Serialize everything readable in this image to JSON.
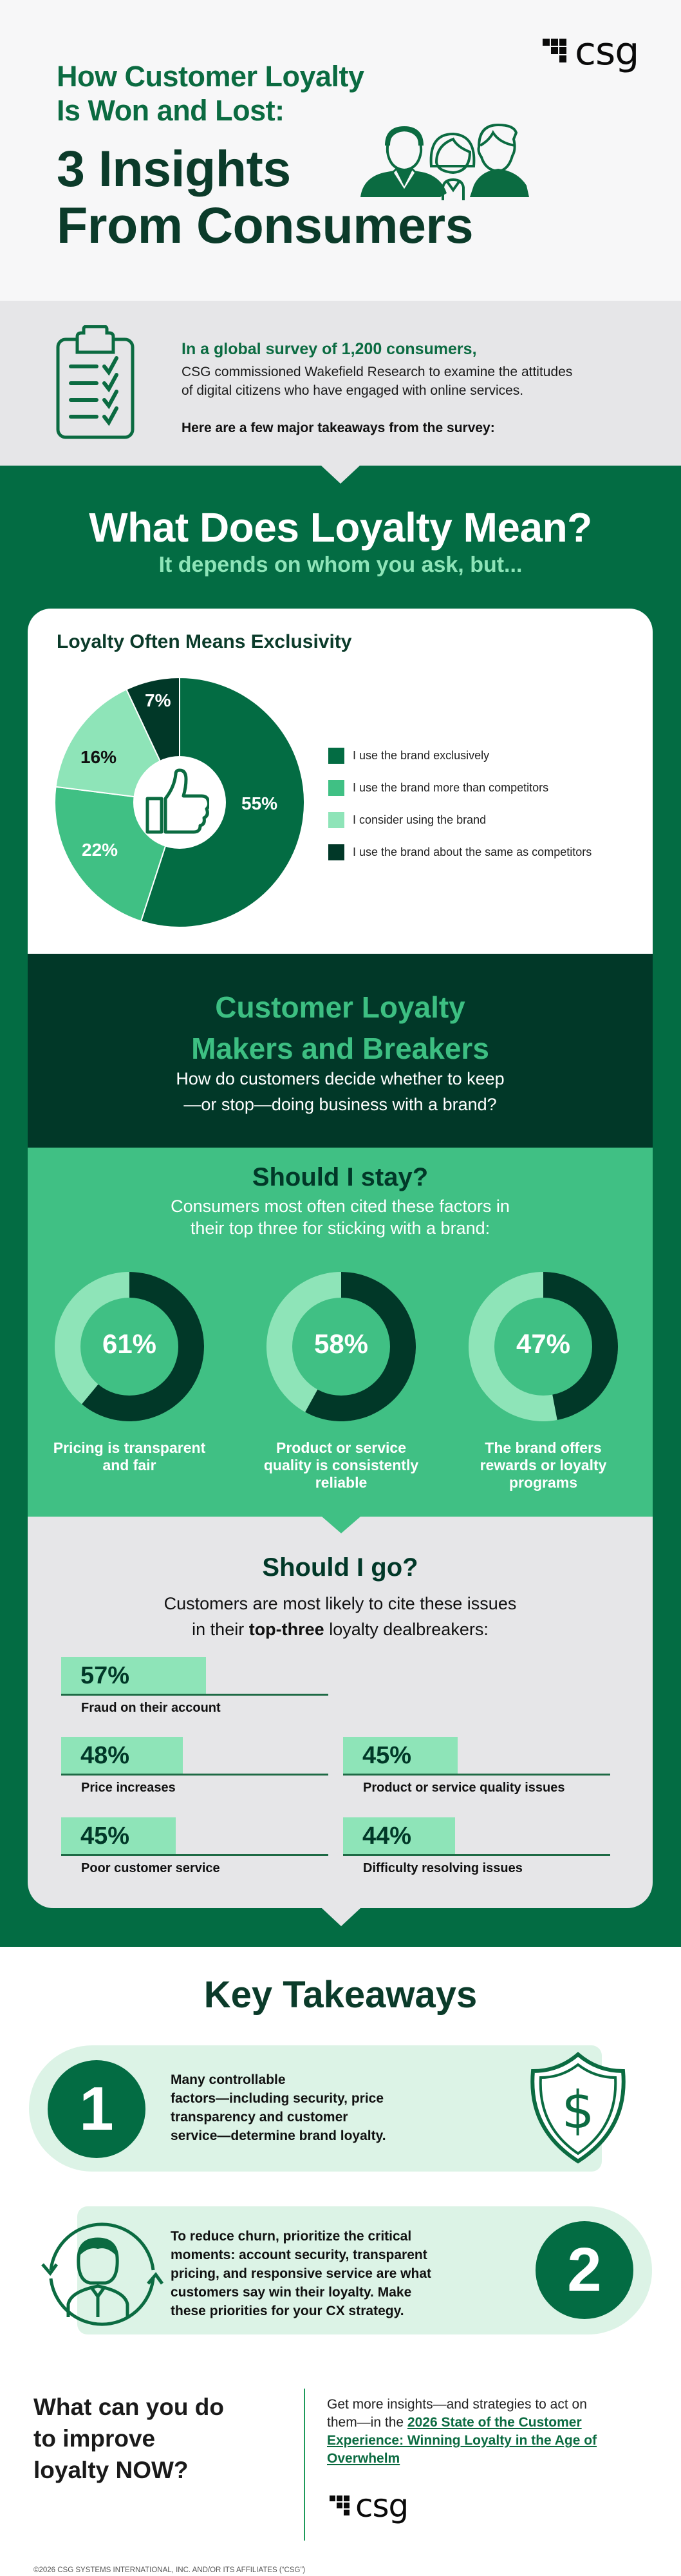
{
  "brand": {
    "logo_text": "csg",
    "colors": {
      "primary_green": "#036c43",
      "dark_green": "#013828",
      "mid_green": "#40c084",
      "light_green": "#8ee4b8",
      "pale_green": "#dcf3e6",
      "title_green": "#0b6b41",
      "grey_bg": "#e6e6e8"
    }
  },
  "header": {
    "subtitle_lines": [
      "How Customer Loyalty",
      "Is Won and Lost:"
    ],
    "title_lines": [
      "3 Insights",
      "From Consumers"
    ],
    "icon": "people-group-icon"
  },
  "intro": {
    "icon": "clipboard-checklist-icon",
    "lead": "In a global survey of 1,200 consumers,",
    "body": "CSG commissioned Wakefield Research to examine the attitudes of digital citizens who have engaged with online services.",
    "takeaways_intro": "Here are a few major takeaways from the survey:"
  },
  "loyalty_meaning": {
    "title": "What Does Loyalty Mean?",
    "subtitle": "It depends on whom you ask, but...",
    "card_title": "Loyalty Often Means Exclusivity",
    "center_icon": "thumbs-up-icon"
  },
  "chart_data": [
    {
      "type": "pie",
      "title": "Loyalty Often Means Exclusivity",
      "categories": [
        "I use the brand exclusively",
        "I use the brand more than competitors",
        "I consider using the brand",
        "I use the brand about the same as competitors"
      ],
      "values": [
        55,
        22,
        16,
        7
      ],
      "labels": [
        "55%",
        "22%",
        "16%",
        "7%"
      ],
      "colors": [
        "#036c43",
        "#40c084",
        "#8ee4b8",
        "#013828"
      ],
      "legend_position": "right"
    },
    {
      "type": "pie",
      "title": "Should I stay?",
      "categories": [
        "Pricing is transparent and fair",
        "Product or service quality is consistently reliable",
        "The brand offers rewards or loyalty programs"
      ],
      "values": [
        61,
        58,
        47
      ],
      "unit": "%"
    },
    {
      "type": "bar",
      "title": "Should I go?",
      "categories": [
        "Fraud on their account",
        "Price increases",
        "Product or service quality issues",
        "Poor customer service",
        "Difficulty resolving issues"
      ],
      "values": [
        57,
        48,
        45,
        45,
        44
      ],
      "unit": "%"
    }
  ],
  "makers_breakers": {
    "title_lines": [
      "Customer Loyalty",
      "Makers and Breakers"
    ],
    "subtitle_lines": [
      "How do customers decide whether to keep",
      "—or stop—doing business with a brand?"
    ]
  },
  "stay": {
    "title": "Should I stay?",
    "subtitle_lines": [
      "Consumers most often cited these factors in",
      "their top three for sticking with a brand:"
    ],
    "items": [
      {
        "value": "61%",
        "pct": 61,
        "caption_lines": [
          "Pricing is transparent",
          "and fair"
        ]
      },
      {
        "value": "58%",
        "pct": 58,
        "caption_lines": [
          "Product or service",
          "quality is consistently",
          "reliable"
        ]
      },
      {
        "value": "47%",
        "pct": 47,
        "caption_lines": [
          "The brand offers",
          "rewards or loyalty",
          "programs"
        ]
      }
    ]
  },
  "go": {
    "title": "Should I go?",
    "subtitle_line1": "Customers are most likely to cite these issues",
    "subtitle_line2_pre": "in their ",
    "subtitle_line2_bold": "top-three",
    "subtitle_line2_post": " loyalty dealbreakers:",
    "items": [
      {
        "value": "57%",
        "pct": 57,
        "label": "Fraud on their account"
      },
      {
        "value": "48%",
        "pct": 48,
        "label": "Price increases"
      },
      {
        "value": "45%",
        "pct": 45,
        "label": "Product or service quality issues"
      },
      {
        "value": "45%",
        "pct": 45,
        "label": "Poor customer service"
      },
      {
        "value": "44%",
        "pct": 44,
        "label": "Difficulty resolving issues"
      }
    ]
  },
  "key_takeaways": {
    "title": "Key Takeaways",
    "items": [
      {
        "number": "1",
        "icon": "shield-dollar-icon",
        "text_lines": [
          "Many controllable",
          "factors—including security, price",
          "transparency and customer",
          "service—determine brand loyalty."
        ]
      },
      {
        "number": "2",
        "icon": "customer-cycle-icon",
        "text_lines": [
          "To reduce churn, prioritize the critical",
          "moments: account security, transparent",
          "pricing, and responsive service are what",
          "customers say win their loyalty. Make",
          "these priorities for your CX strategy."
        ]
      }
    ]
  },
  "cta": {
    "question_lines": [
      "What can you do",
      "to improve",
      "loyalty NOW?"
    ],
    "text_pre": "Get more insights—and strategies to act on them—in the ",
    "link_text": "2026 State of the Customer Experience: Winning Loyalty in the Age of Overwhelm"
  },
  "footer": {
    "copyright": "©2026 CSG SYSTEMS INTERNATIONAL, INC. AND/OR ITS AFFILIATES (“CSG”)"
  }
}
